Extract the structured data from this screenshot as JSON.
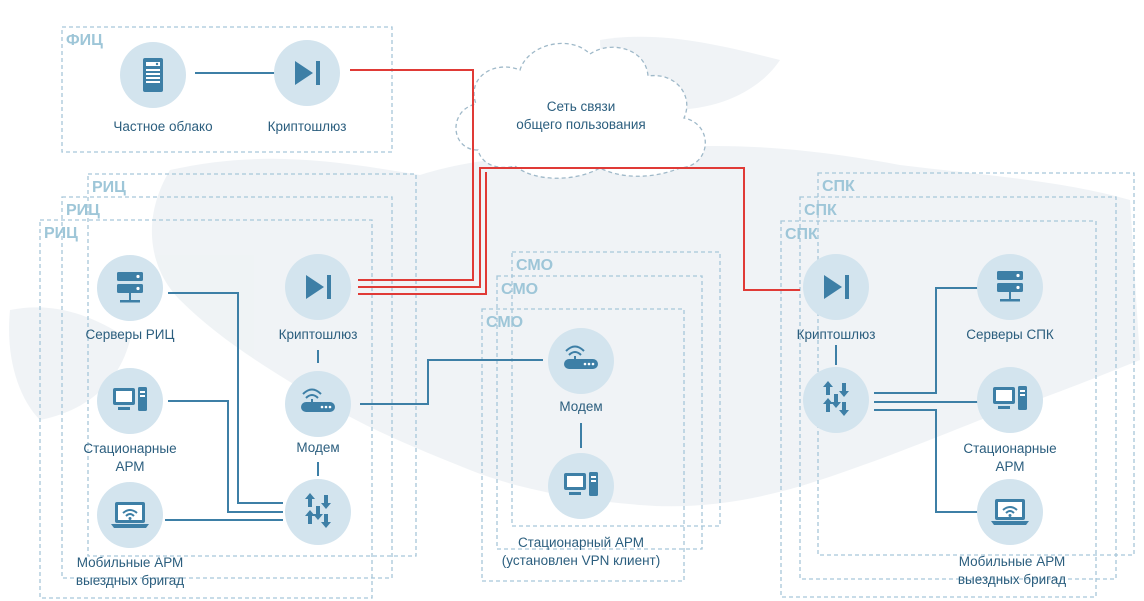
{
  "zones": {
    "fic": "ФИЦ",
    "ric": "РИЦ",
    "smo": "СМО",
    "spk": "СПК"
  },
  "cloud": {
    "line1": "Сеть связи",
    "line2": "общего пользования"
  },
  "fic": {
    "private_cloud": "Частное облако",
    "crypto_gateway": "Криптошлюз"
  },
  "ric": {
    "servers": "Серверы РИЦ",
    "crypto_gateway": "Криптошлюз",
    "stationary_line1": "Стационарные",
    "stationary_line2": "АРМ",
    "modem": "Модем",
    "mobile_line1": "Мобильные АРМ",
    "mobile_line2": "выездных бригад"
  },
  "smo": {
    "modem": "Модем",
    "workstation_line1": "Стационарный АРМ",
    "workstation_line2": "(установлен VPN клиент)"
  },
  "spk": {
    "crypto_gateway": "Криптошлюз",
    "servers": "Серверы СПК",
    "stationary_line1": "Стационарные",
    "stationary_line2": "АРМ",
    "mobile_line1": "Мобильные АРМ",
    "mobile_line2": "выездных бригад"
  },
  "colors": {
    "accent": "#3d7fa6",
    "secure_link": "#e03a36",
    "zone_border": "#a7c7d9"
  }
}
